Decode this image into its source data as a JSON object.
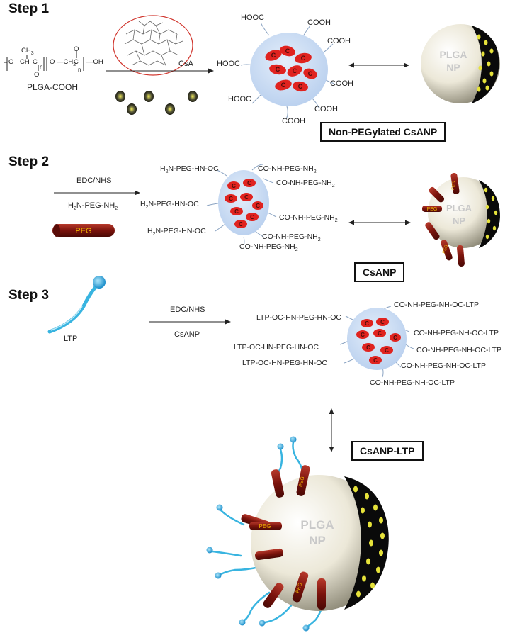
{
  "step1": {
    "title": "Step 1",
    "polymer_label": "PLGA-COOH",
    "polymer_formula": {
      "ch3": "CH3",
      "o_left": "O",
      "ch": "CH",
      "c": "C",
      "n1": "n",
      "o_mid": "O",
      "ch2": "CH",
      "sub2": "2",
      "c2": "C",
      "n2": "n",
      "oh": "OH",
      "o_down": "O",
      "o_up": "O"
    },
    "reagent": "CsA",
    "groups": [
      "HOOC",
      "COOH",
      "COOH",
      "HOOC",
      "COOH",
      "HOOC",
      "COOH",
      "COOH"
    ],
    "core_letter": "C",
    "np_line1": "PLGA",
    "np_line2": "NP",
    "product_label": "Non-PEGylated CsANP"
  },
  "step2": {
    "title": "Step 2",
    "reagent1": "EDC/NHS",
    "reagent2": "H2N-PEG-NH2",
    "peg_label": "PEG",
    "groups_left": [
      "H2N-PEG-HN-OC",
      "H2N-PEG-HN-OC",
      "H2N-PEG-HN-OC"
    ],
    "groups_right": [
      "CO-NH-PEG-NH2",
      "CO-NH-PEG-NH2",
      "CO-NH-PEG-NH2",
      "CO-NH-PEG-NH2",
      "CO-NH-PEG-NH2"
    ],
    "np_line1": "PLGA",
    "np_line2": "NP",
    "peg_tag": "PEG",
    "product_label": "CsANP"
  },
  "step3": {
    "title": "Step 3",
    "ligand_label": "LTP",
    "reagent1": "EDC/NHS",
    "reagent2": "CsANP",
    "groups_left": [
      "LTP-OC-HN-PEG-HN-OC",
      "LTP-OC-HN-PEG-HN-OC",
      "LTP-OC-HN-PEG-HN-OC"
    ],
    "groups_right": [
      "CO-NH-PEG-NH-OC-LTP",
      "CO-NH-PEG-NH-OC-LTP",
      "CO-NH-PEG-NH-OC-LTP",
      "CO-NH-PEG-NH-OC-LTP",
      "CO-NH-PEG-NH-OC-LTP"
    ],
    "product_label": "CsANP-LTP",
    "np_line1": "PLGA",
    "np_line2": "NP",
    "peg_tag": "PEG"
  },
  "colors": {
    "core_fill": "#c9dbf2",
    "drug": "#e0231f",
    "peg": "#8a1a12",
    "peg_text": "#f2b400",
    "ligand": "#38b4e0",
    "sphere": "#ece8d8",
    "hatch": "#0a0a0a",
    "dots": "#e6e23a"
  }
}
